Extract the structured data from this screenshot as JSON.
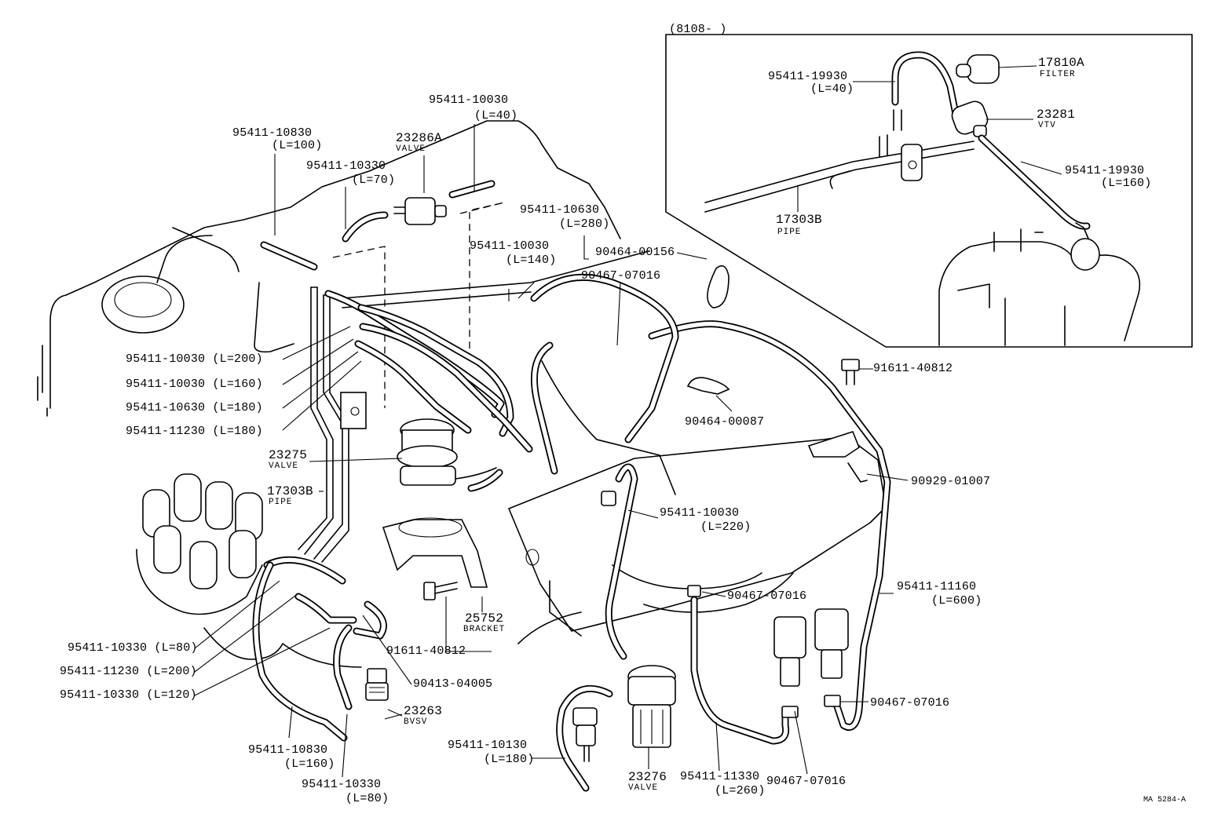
{
  "inset": {
    "header": "(8108-        )"
  },
  "doc_code": "MA 5284-A",
  "labels": {
    "p95411_10830_100": {
      "num": "95411-10830",
      "len": "(L=100)"
    },
    "p23286A": {
      "num": "23286A",
      "sub": "VALVE"
    },
    "p95411_10330_70": {
      "num": "95411-10330",
      "len": "(L=70)"
    },
    "p95411_10030_40": {
      "num": "95411-10030",
      "len": "(L=40)"
    },
    "p95411_10630_280": {
      "num": "95411-10630",
      "len": "(L=280)"
    },
    "p95411_10030_140": {
      "num": "95411-10030",
      "len": "(L=140)"
    },
    "p90464_00156": {
      "num": "90464-00156"
    },
    "p90467_07016_a": {
      "num": "90467-07016"
    },
    "p95411_10030_200": {
      "text": "95411-10030 (L=200)"
    },
    "p95411_10030_160": {
      "text": "95411-10030 (L=160)"
    },
    "p95411_10630_180": {
      "text": "95411-10630 (L=180)"
    },
    "p95411_11230_180": {
      "text": "95411-11230 (L=180)"
    },
    "p23275": {
      "num": "23275",
      "sub": "VALVE"
    },
    "p17303B_main": {
      "num": "17303B",
      "sub": "PIPE"
    },
    "p90464_00087": {
      "num": "90464-00087"
    },
    "p91611_40812_a": {
      "num": "91611-40812"
    },
    "p90929_01007": {
      "num": "90929-01007"
    },
    "p95411_10030_220": {
      "num": "95411-10030",
      "len": "(L=220)"
    },
    "p90467_07016_b": {
      "num": "90467-07016"
    },
    "p95411_11160": {
      "num": "95411-11160",
      "len": "(L=600)"
    },
    "p25752": {
      "num": "25752",
      "sub": "BRACKET"
    },
    "p91611_40812_b": {
      "num": "91611-40812"
    },
    "p95411_10330_80a": {
      "text": "95411-10330 (L=80)"
    },
    "p95411_11230_200": {
      "text": "95411-11230 (L=200)"
    },
    "p95411_10330_120": {
      "text": "95411-10330 (L=120)"
    },
    "p90413_04005": {
      "num": "90413-04005"
    },
    "p23263": {
      "num": "23263",
      "sub": "BVSV"
    },
    "p95411_10830_160": {
      "num": "95411-10830",
      "len": "(L=160)"
    },
    "p95411_10330_80b": {
      "num": "95411-10330",
      "len": "(L=80)"
    },
    "p95411_10130": {
      "num": "95411-10130",
      "len": "(L=180)"
    },
    "p23276": {
      "num": "23276",
      "sub": "VALVE"
    },
    "p95411_11330": {
      "num": "95411-11330",
      "len": "(L=260)"
    },
    "p90467_07016_c": {
      "num": "90467-07016"
    },
    "p90467_07016_d": {
      "num": "90467-07016"
    },
    "p95411_19930_40": {
      "num": "95411-19930",
      "len": "(L=40)"
    },
    "p17810A": {
      "num": "17810A",
      "sub": "FILTER"
    },
    "p23281": {
      "num": "23281",
      "sub": "VTV"
    },
    "p95411_19930_160": {
      "num": "95411-19930",
      "len": "(L=160)"
    },
    "p17303B_inset": {
      "num": "17303B",
      "sub": "PIPE"
    }
  }
}
